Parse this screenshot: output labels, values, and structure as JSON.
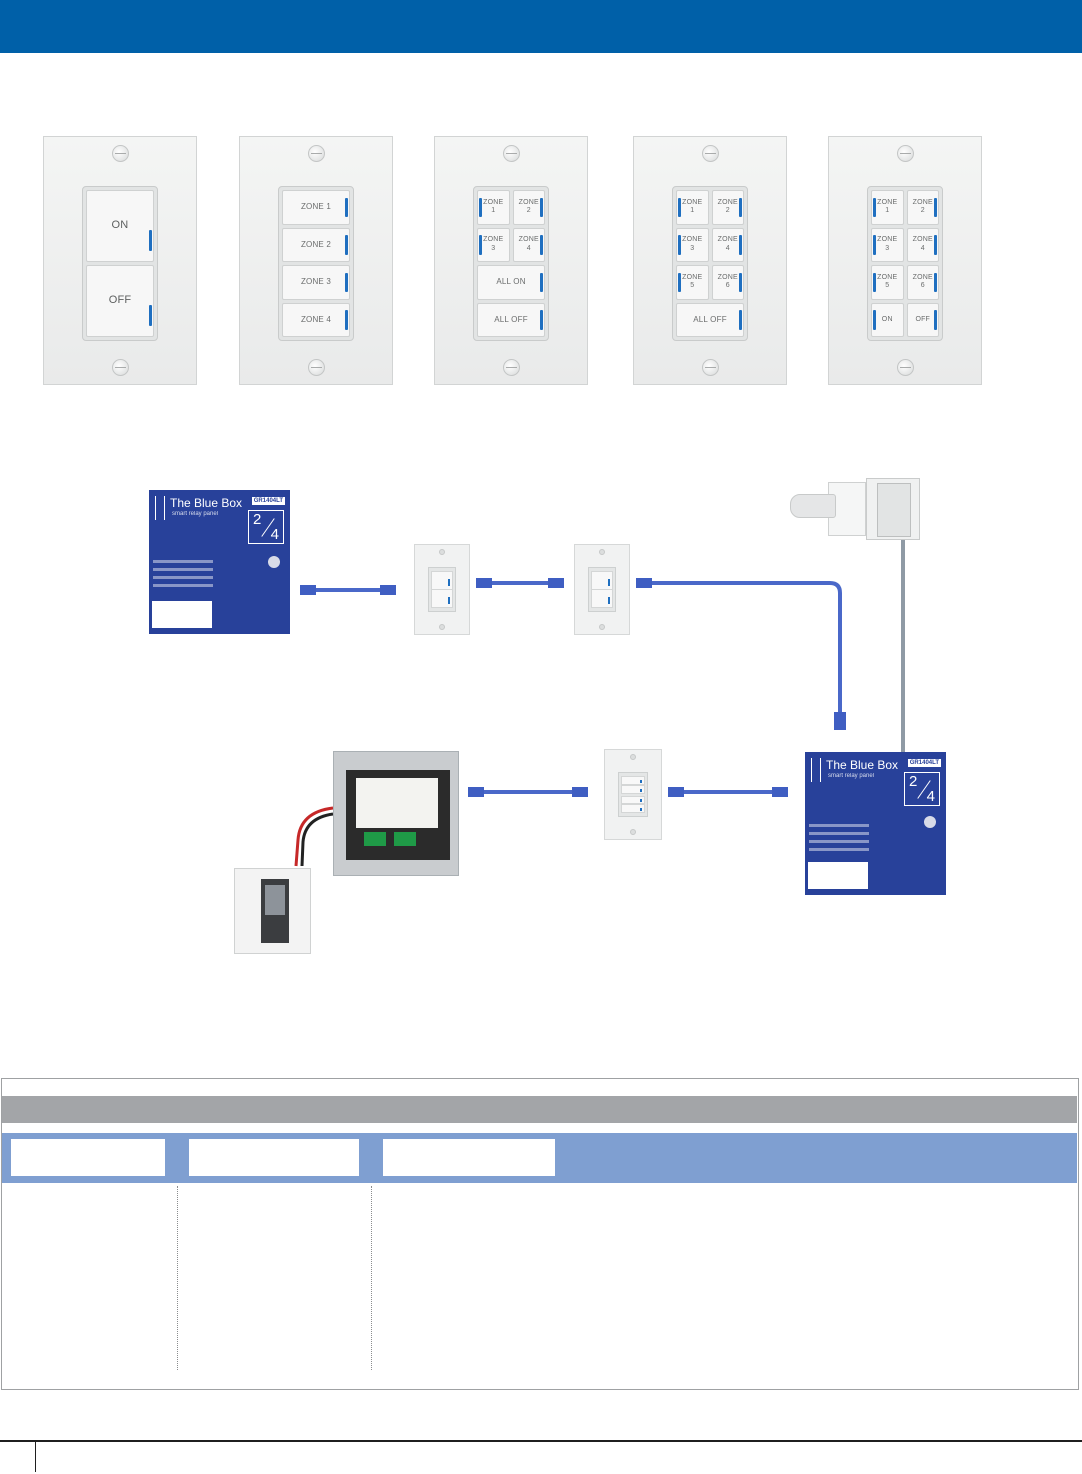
{
  "header": {
    "band_color": "#0060a8"
  },
  "plates": [
    {
      "rows": [
        [
          "ON"
        ],
        [
          "OFF"
        ]
      ]
    },
    {
      "rows": [
        [
          "ZONE 1"
        ],
        [
          "ZONE 2"
        ],
        [
          "ZONE 3"
        ],
        [
          "ZONE 4"
        ]
      ]
    },
    {
      "rows": [
        [
          "ZONE 1",
          "ZONE 2"
        ],
        [
          "ZONE 3",
          "ZONE 4"
        ],
        [
          "ALL ON"
        ],
        [
          "ALL OFF"
        ]
      ]
    },
    {
      "rows": [
        [
          "ZONE 1",
          "ZONE 2"
        ],
        [
          "ZONE 3",
          "ZONE 4"
        ],
        [
          "ZONE 5",
          "ZONE 6"
        ],
        [
          "ALL OFF"
        ]
      ]
    },
    {
      "rows": [
        [
          "ZONE 1",
          "ZONE 2"
        ],
        [
          "ZONE 3",
          "ZONE 4"
        ],
        [
          "ZONE 5",
          "ZONE 6"
        ],
        [
          "ON",
          "OFF"
        ]
      ]
    }
  ],
  "diagram": {
    "relay_panel_top": {
      "title": "The Blue Box",
      "subtitle": "smart relay panel",
      "model": "GR1404LT",
      "fraction_top": "2",
      "fraction_bottom": "4"
    },
    "relay_panel_bottom": {
      "title": "The Blue Box",
      "subtitle": "smart relay panel",
      "model": "GR1404LT",
      "fraction_top": "2",
      "fraction_bottom": "4"
    }
  },
  "table": {
    "frame_color": "#9fa1a3",
    "header_bar_color": "#7f9fd1",
    "grey_bar_color": "#a3a5a8",
    "columns": [
      "",
      "",
      ""
    ],
    "rows": []
  },
  "colors": {
    "relay_panel_blue": "#28419a",
    "cable_blue": "#4a68c9",
    "led_blue": "#1f6fc0"
  }
}
